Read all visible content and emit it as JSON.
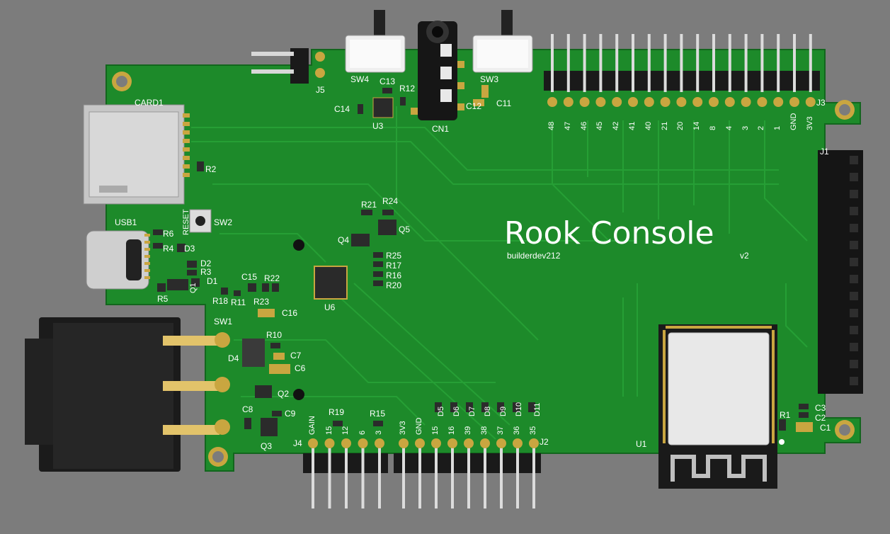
{
  "board": {
    "title": "Rook Console",
    "author": "builderdev212",
    "version": "v2"
  },
  "colors": {
    "background": "#7c7c7c",
    "pcb": "#1d8a2a",
    "pcb_trace": "#2aa83a",
    "silkscreen": "#ffffff",
    "gold": "#c9a640",
    "header_plastic": "#1a1a1a",
    "chip": "#2a2a2a",
    "pin": "#d8d8d8"
  },
  "labels": {
    "card1": "CARD1",
    "r2": "R2",
    "reset": "RESET",
    "sw2": "SW2",
    "usb1": "USB1",
    "r6": "R6",
    "r4": "R4",
    "d3": "D3",
    "d2": "D2",
    "r3": "R3",
    "d1": "D1",
    "q1": "Q1",
    "r5": "R5",
    "r18": "R18",
    "r11": "R11",
    "c15": "C15",
    "r22": "R22",
    "r23": "R23",
    "c16": "C16",
    "sw1": "SW1",
    "r10": "R10",
    "c7": "C7",
    "c6": "C6",
    "d4": "D4",
    "q2": "Q2",
    "c8": "C8",
    "c9": "C9",
    "q3": "Q3",
    "r19": "R19",
    "r15": "R15",
    "j4": "J4",
    "j5": "J5",
    "sw4": "SW4",
    "c13": "C13",
    "r12": "R12",
    "c14": "C14",
    "u3": "U3",
    "cn1": "CN1",
    "sw3": "SW3",
    "c12": "C12",
    "c11": "C11",
    "j3": "J3",
    "j1": "J1",
    "r21": "R21",
    "r24": "R24",
    "q4": "Q4",
    "q5": "Q5",
    "r25": "R25",
    "r17": "R17",
    "r16": "R16",
    "r20": "R20",
    "u6": "U6",
    "j2": "J2",
    "u1": "U1",
    "r1": "R1",
    "c3": "C3",
    "c2": "C2",
    "c1": "C1",
    "d5": "D5",
    "d6": "D6",
    "d7": "D7",
    "d8": "D8",
    "d9": "D9",
    "d10": "D10",
    "d11": "D11"
  },
  "j3_pins": [
    "48",
    "47",
    "46",
    "45",
    "42",
    "41",
    "40",
    "21",
    "20",
    "14",
    "8",
    "4",
    "3",
    "2",
    "1",
    "GND",
    "3V3"
  ],
  "j4_pins": [
    "GAIN",
    "15",
    "12",
    "6",
    "3"
  ],
  "j2_pins": [
    "3V3",
    "GND",
    "15",
    "16",
    "39",
    "38",
    "37",
    "36",
    "35"
  ]
}
